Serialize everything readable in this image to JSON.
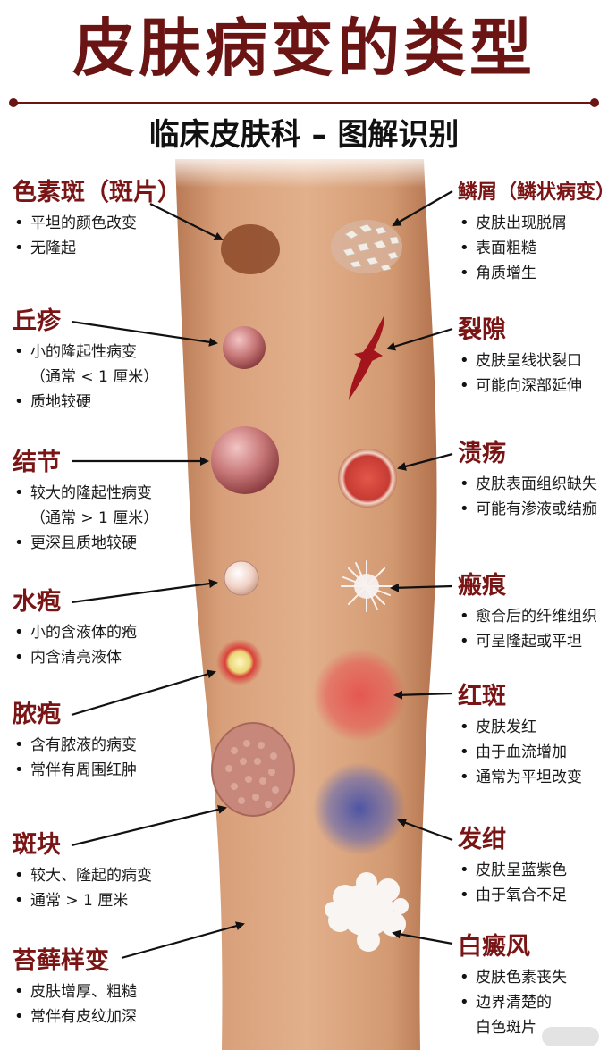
{
  "header": {
    "title": "皮肤病变的类型",
    "subtitle": "临床皮肤科 – 图解识别"
  },
  "colors": {
    "title": "#6b1414",
    "label": "#7a1515",
    "skin": "#d9a179",
    "arrow": "#111111"
  },
  "left_lesions": [
    {
      "name": "色素斑（斑片）",
      "lines": [
        "平坦的颜色改变",
        "无隆起"
      ],
      "icon": "macule-icon"
    },
    {
      "name": "丘疹",
      "lines": [
        "小的隆起性病变",
        "（通常 < 1 厘米）",
        "质地较硬"
      ],
      "icon": "papule-icon"
    },
    {
      "name": "结节",
      "lines": [
        "较大的隆起性病变",
        "（通常 > 1 厘米）",
        "更深且质地较硬"
      ],
      "icon": "nodule-icon"
    },
    {
      "name": "水疱",
      "lines": [
        "小的含液体的疱",
        "内含清亮液体"
      ],
      "icon": "vesicle-icon"
    },
    {
      "name": "脓疱",
      "lines": [
        "含有脓液的病变",
        "常伴有周围红肿"
      ],
      "icon": "pustule-icon"
    },
    {
      "name": "斑块",
      "lines": [
        "较大、隆起的病变",
        "通常 > 1 厘米"
      ],
      "icon": "plaque-icon"
    },
    {
      "name": "苔藓样变",
      "lines": [
        "皮肤增厚、粗糙",
        "常伴有皮纹加深"
      ],
      "icon": "lichenification-icon"
    }
  ],
  "right_lesions": [
    {
      "name": "鳞屑（鳞状病变）",
      "lines": [
        "皮肤出现脱屑",
        "表面粗糙",
        "角质增生"
      ],
      "icon": "scale-icon"
    },
    {
      "name": "裂隙",
      "lines": [
        "皮肤呈线状裂口",
        "可能向深部延伸"
      ],
      "icon": "fissure-icon"
    },
    {
      "name": "溃疡",
      "lines": [
        "皮肤表面组织缺失",
        "可能有渗液或结痂"
      ],
      "icon": "ulcer-icon"
    },
    {
      "name": "瘢痕",
      "lines": [
        "愈合后的纤维组织",
        "可呈隆起或平坦"
      ],
      "icon": "scar-icon"
    },
    {
      "name": "红斑",
      "lines": [
        "皮肤发红",
        "由于血流增加",
        "通常为平坦改变"
      ],
      "icon": "erythema-icon"
    },
    {
      "name": "发绀",
      "lines": [
        "皮肤呈蓝紫色",
        "由于氧合不足"
      ],
      "icon": "cyanosis-icon"
    },
    {
      "name": "白癜风",
      "lines": [
        "皮肤色素丧失",
        "边界清楚的",
        "白色斑片"
      ],
      "icon": "vitiligo-icon"
    }
  ]
}
